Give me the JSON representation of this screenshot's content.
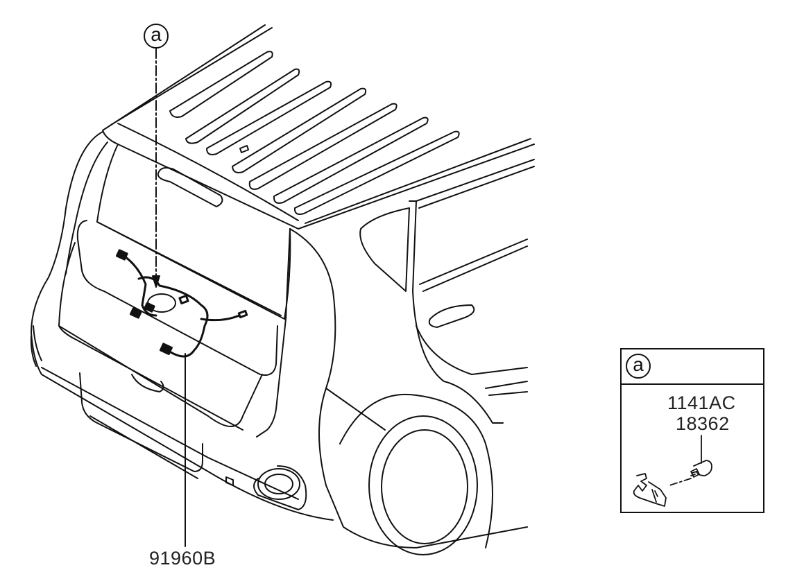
{
  "diagram": {
    "callout_main": "a",
    "part_wiring_harness": "91960B"
  },
  "inset": {
    "header_label": "a",
    "part_numbers": [
      "1141AC",
      "18362"
    ]
  },
  "colors": {
    "line": "#111111",
    "background": "#ffffff"
  }
}
